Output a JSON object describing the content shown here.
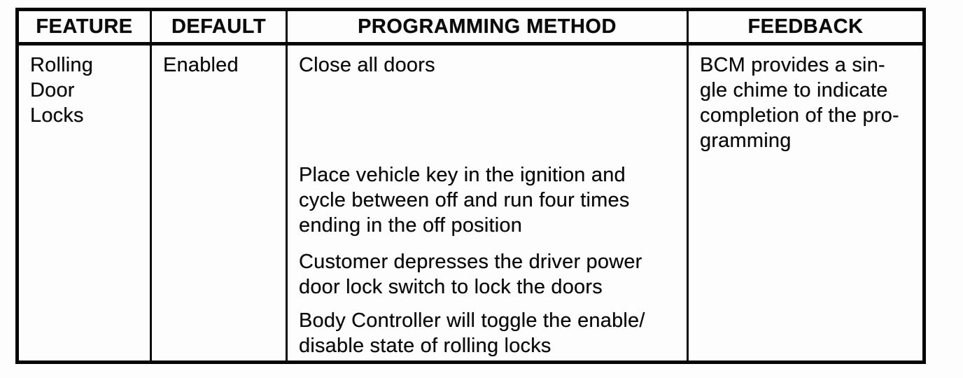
{
  "table": {
    "headers": [
      "FEATURE",
      "DEFAULT",
      "PROGRAMMING METHOD",
      "FEEDBACK"
    ],
    "row": {
      "feature": "Rolling\nDoor\nLocks",
      "default": "Enabled",
      "programming_method": [
        "Close all doors",
        "Place vehicle key in the ignition and\ncycle between off and run four times\nending in the off position",
        "Customer depresses the driver power\ndoor lock switch to lock the doors",
        "Body Controller will toggle the enable/\ndisable state of rolling locks"
      ],
      "feedback": "BCM provides a sin-\ngle chime to indicate\ncompletion of the pro-\ngramming"
    },
    "colors": {
      "ink": "#0b0b0b",
      "paper": "#fdfdfd",
      "border": "#060606"
    }
  }
}
